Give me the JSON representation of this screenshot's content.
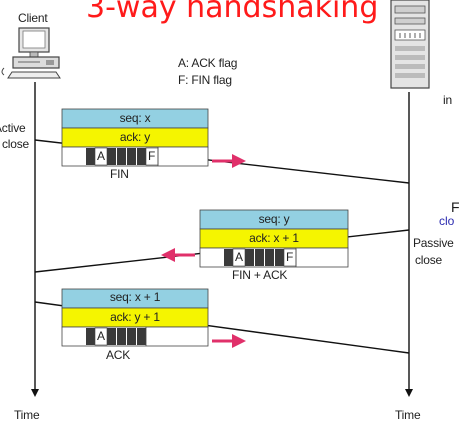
{
  "title": "3-way handshaking",
  "client_label": "Client",
  "legend": {
    "a": "A: ACK flag",
    "f": "F: FIN flag"
  },
  "left_annotation": {
    "line1": "Active",
    "line2": "close"
  },
  "right_annotation": {
    "line1": "Passive",
    "line2": "close"
  },
  "time_left": "Time",
  "time_right": "Time",
  "clipped_text": {
    "a": "in",
    "b": "F",
    "c": "clo"
  },
  "colors": {
    "seq": "#93d0e2",
    "ack": "#f5f500",
    "arrow": "#e0306a",
    "title": "#ff1a1a"
  },
  "segments": [
    {
      "seq": "seq: x",
      "ack": "ack: y",
      "flag_a": "A",
      "flag_f": "F",
      "caption": "FIN"
    },
    {
      "seq": "seq: y",
      "ack": "ack: x + 1",
      "flag_a": "A",
      "flag_f": "F",
      "caption": "FIN + ACK"
    },
    {
      "seq": "seq: x + 1",
      "ack": "ack: y + 1",
      "flag_a": "A",
      "flag_f": "",
      "caption": "ACK"
    }
  ]
}
